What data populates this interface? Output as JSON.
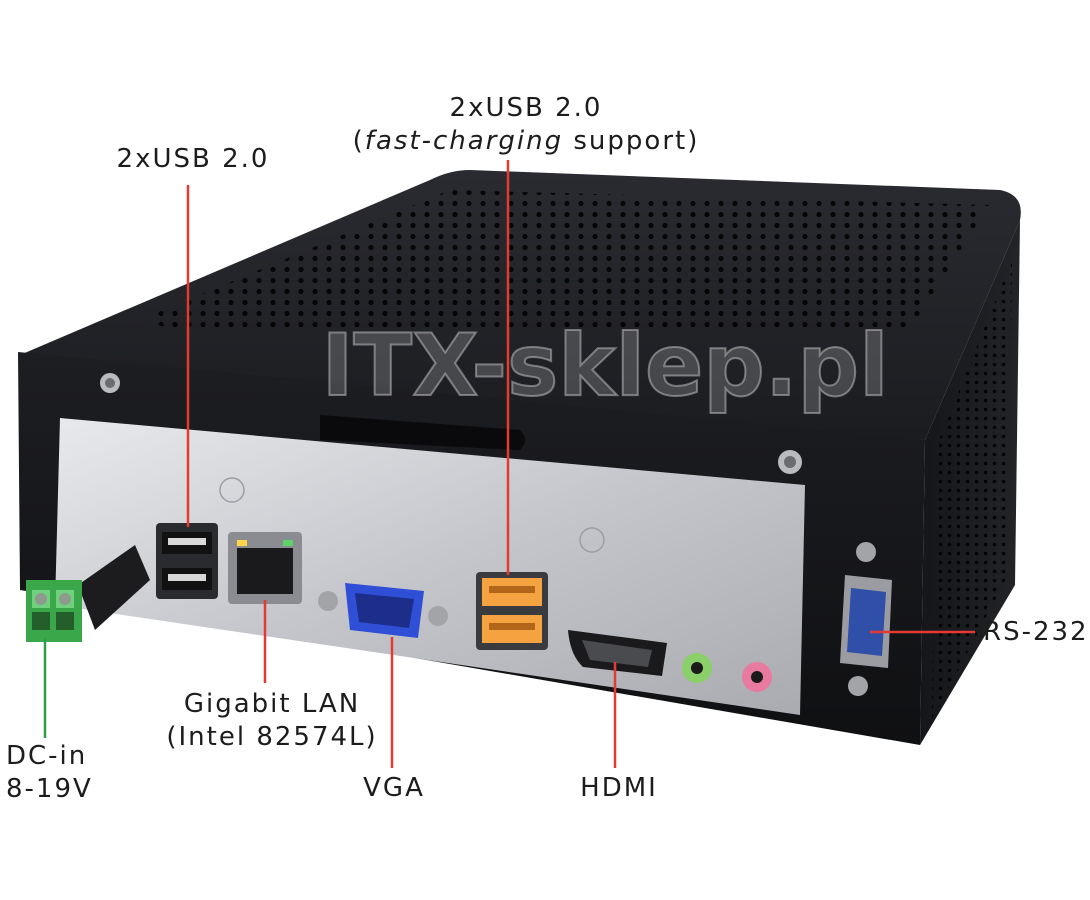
{
  "watermark": "ITX-sklep.pl",
  "colors": {
    "leader_line": "#e53935",
    "leader_line_dc": "#2e9e48",
    "case_body": "#1a1b1f",
    "io_plate": "#c9cbd0",
    "usb_orange": "#f5a341",
    "vga_blue": "#2f4fd6",
    "terminal_green": "#3aa84a",
    "audio_green": "#8bcf6a",
    "audio_pink": "#e87aa0"
  },
  "callouts": {
    "usb_left": {
      "text": "2xUSB 2.0"
    },
    "usb_fast": {
      "line1": "2xUSB 2.0",
      "line2_pre": "(",
      "line2_em": "fast-charging",
      "line2_post": " support)"
    },
    "lan": {
      "line1": "Gigabit LAN",
      "line2": "(Intel 82574L)"
    },
    "vga": {
      "text": "VGA"
    },
    "hdmi": {
      "text": "HDMI"
    },
    "rs232": {
      "text": "RS-232"
    },
    "dc_in": {
      "line1": "DC-in",
      "line2": "8-19V"
    }
  }
}
